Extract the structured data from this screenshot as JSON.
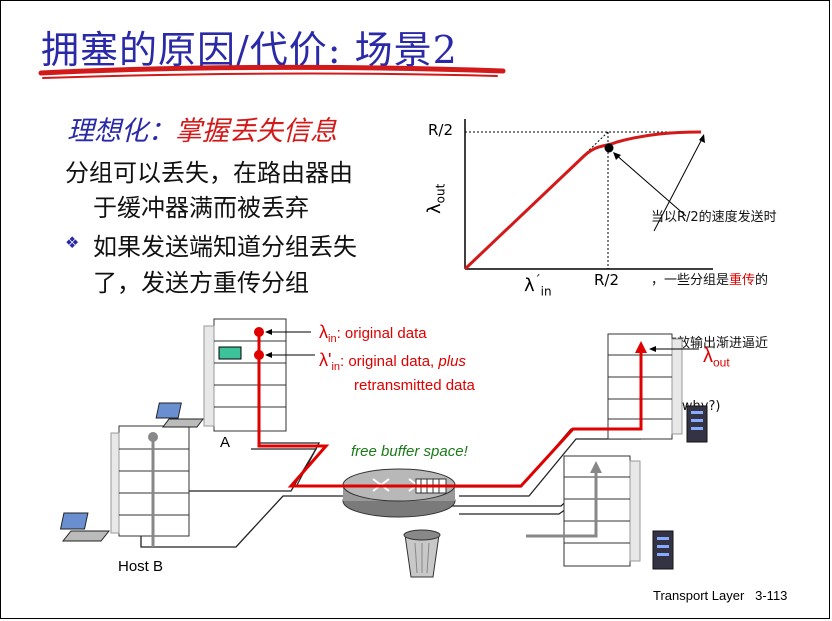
{
  "title": "拥塞的原因/代价: 场景2",
  "subtitle_lead": "理想化：",
  "subtitle_rest": "掌握丢失信息",
  "paragraph_line1": "分组可以丢失，在路由器由",
  "paragraph_line2": "于缓冲器满而被丢弃",
  "bullet_symbol": "❖",
  "bullet_line1": "如果发送端知道分组丢失",
  "bullet_line2": "了，发送方重传分组",
  "graph": {
    "y_tick": "R/2",
    "x_tick": "R/2",
    "y_label_main": "λ",
    "y_label_sub": "out",
    "x_label_main": "λ",
    "x_label_prime": "´",
    "x_label_sub": "in"
  },
  "annotation": {
    "line1": "当以R/2的速度发送时",
    "line2_pre": "，一些分组是",
    "line2_red": "重传",
    "line2_post": "的",
    "line3": "，有效输出渐进逼近",
    "line4": "R/2 (why?)"
  },
  "network": {
    "lambda_in": "λ",
    "lambda_in_sub": "in",
    "lambda_in_text": ": original data",
    "lambda_in2": "λ'",
    "lambda_in2_sub": "in",
    "lambda_in2_text": ": original data, ",
    "lambda_in2_plus": "plus",
    "retransmitted": "retransmitted data",
    "lambda_out": "λ",
    "lambda_out_sub": "out",
    "free_buffer": "free buffer space!",
    "host_a": "A",
    "host_b": "Host B"
  },
  "footer_label": "Transport Layer",
  "footer_page": "3-113",
  "colors": {
    "title_blue": "#2a2aa8",
    "red": "#e00000",
    "green": "#1a7a1a"
  }
}
